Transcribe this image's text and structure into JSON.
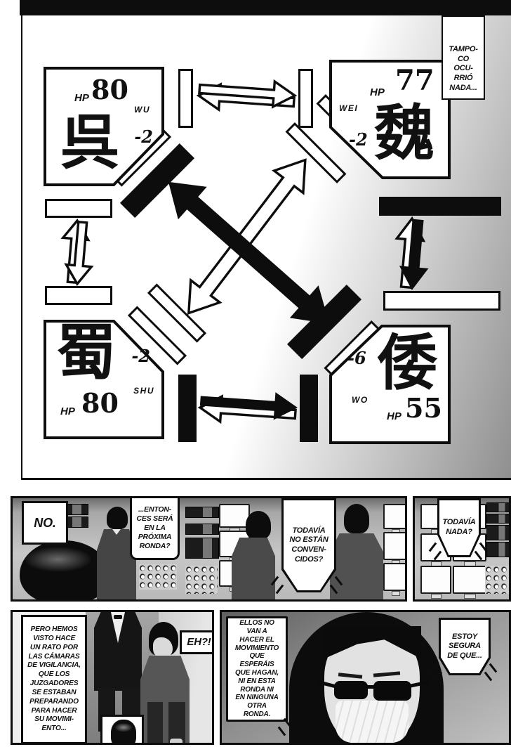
{
  "colors": {
    "ink": "#111111",
    "paper": "#ffffff",
    "tone_gray": "#9a9a9a",
    "room_gray": "#c4c4c4"
  },
  "diagram": {
    "caption_tampoco": "TAMPO-\nCO\nOCU-\nRRIÓ\nNADA...",
    "players": {
      "wu": {
        "kanji": "呉",
        "name": "WU",
        "hp_label": "HP",
        "hp": "80",
        "delta": "-2"
      },
      "wei": {
        "kanji": "魏",
        "name": "WEI",
        "hp_label": "HP",
        "hp": "77",
        "delta": "-2"
      },
      "shu": {
        "kanji": "蜀",
        "name": "SHU",
        "hp_label": "HP",
        "hp": "80",
        "delta": "-2"
      },
      "wo": {
        "kanji": "倭",
        "name": "WO",
        "hp_label": "HP",
        "hp": "55",
        "delta": "-6"
      }
    },
    "icons": {
      "center_black": "double-arrow-diagonal-solid",
      "center_white": "double-arrow-diagonal-outline",
      "side": "double-arrow-crossed",
      "walls": "diagonal-wall-bar"
    }
  },
  "row2": {
    "caption_no": "NO.",
    "bubble_entonces": "...ENTON-\nCES SERÁ\nEN LA\nPRÓXIMA\nRONDA?",
    "bubble_todavia_no": "TODAVÍA\nNO ESTÁN\nCONVEN-\nCIDOS?",
    "bubble_todavia_nada": "TODAVÍA\nNADA?"
  },
  "row3": {
    "caption_pero": "PERO HEMOS\nVISTO HACE\nUN RATO POR\nLAS CÁMARAS\nDE VIGILANCIA,\nQUE LOS\nJUZGADORES\nSE ESTABAN\nPREPARANDO\nPARA HACER\nSU MOVIMI-\nENTO...",
    "bubble_eh": "EH?!",
    "bubble_ellos": "ELLOS NO\nVAN A\nHACER EL\nMOVIMIENTO\nQUE\nESPERÁIS\nQUE HAGAN,\nNI EN ESTA\nRONDA NI\nEN NINGUNA\nOTRA\nRONDA.",
    "bubble_estoy": "ESTOY\nSEGURA\nDE QUE..."
  }
}
